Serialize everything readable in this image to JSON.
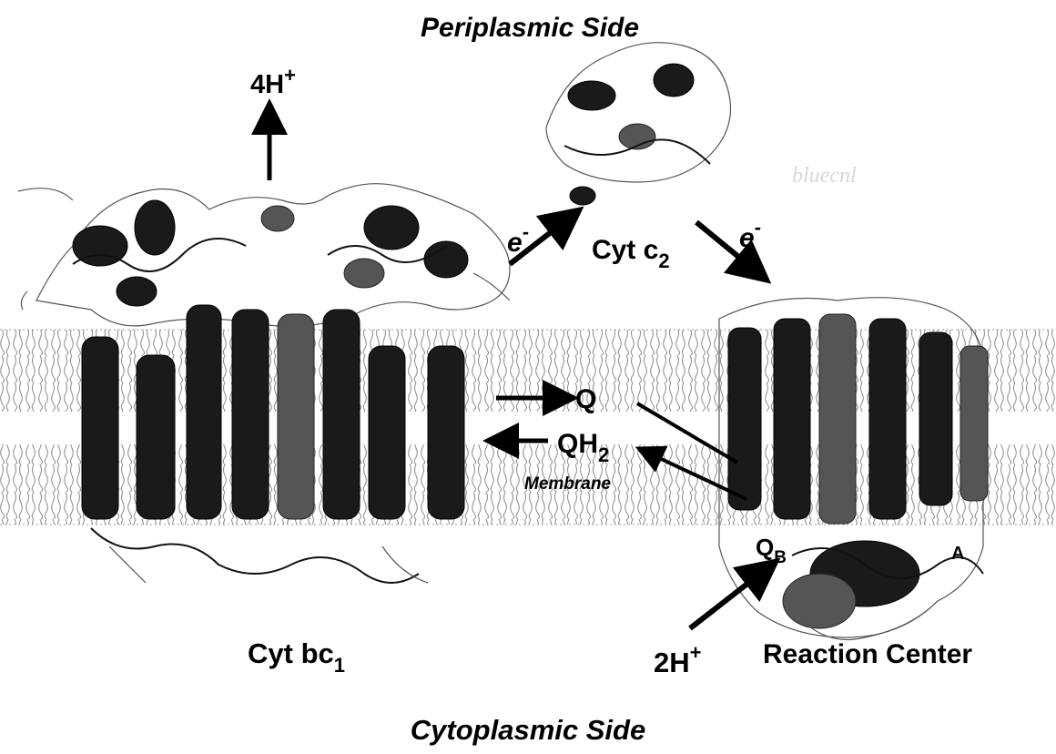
{
  "labels": {
    "top_side": "Periplasmic Side",
    "bottom_side": "Cytoplasmic Side",
    "proton_top": "4H",
    "proton_top_sup": "+",
    "electron_left": "e",
    "electron_left_sup": "-",
    "electron_right": "e",
    "electron_right_sup": "-",
    "cyt_c2_main": "Cyt c",
    "cyt_c2_sub": "2",
    "quinone": "Q",
    "quinol_main": "QH",
    "quinol_sub": "2",
    "membrane": "Membrane",
    "qb_main": "Q",
    "qb_sub": "B",
    "qa": "A",
    "cyt_bc1_main": "Cyt bc",
    "cyt_bc1_sub": "1",
    "proton_bottom": "2H",
    "proton_bottom_sup": "+",
    "reaction_center": "Reaction Center",
    "bacteriochlorophyll_faint": "bluecnl"
  },
  "colors": {
    "ink": "#000000",
    "membrane_lipid": "#8a8a8a",
    "protein_dark": "#1a1a1a",
    "protein_mid": "#555555"
  }
}
